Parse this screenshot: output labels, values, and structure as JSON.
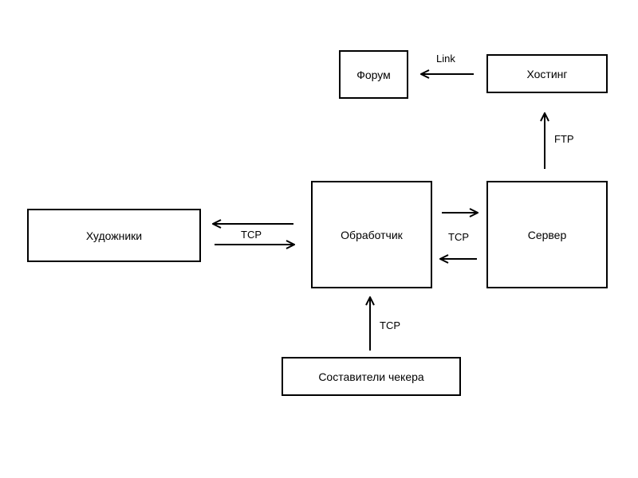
{
  "nodes": {
    "forum": "Форум",
    "hosting": "Хостинг",
    "artists": "Художники",
    "handler": "Обработчик",
    "server": "Сервер",
    "checker_makers": "Составители чекера"
  },
  "edges": {
    "hosting_to_forum": "Link",
    "server_to_hosting": "FTP",
    "artists_handler": "TCP",
    "handler_server": "TCP",
    "checker_to_handler": "TCP"
  }
}
